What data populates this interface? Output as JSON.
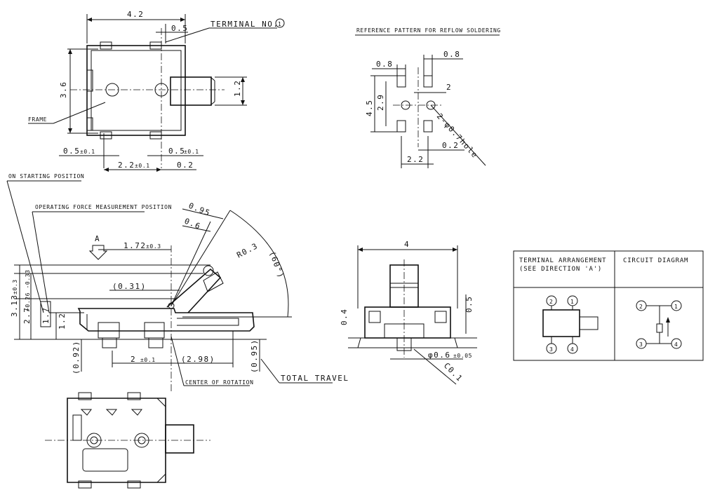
{
  "top_view": {
    "dim_width": "4.2",
    "dim_terminal_offset": "0.5",
    "terminal_label": "TERMINAL NO.",
    "terminal_number": "1",
    "dim_height": "3.6",
    "dim_actuator": "1.2",
    "frame_label": "FRAME",
    "dim_pin_left": "0.5",
    "dim_pin_left_tol": "±0.1",
    "dim_pin_right": "0.5",
    "dim_pin_right_tol": "±0.1",
    "dim_pitch": "2.2",
    "dim_pitch_tol": "±0.1",
    "dim_offset": "0.2"
  },
  "reflow": {
    "title": "REFERENCE PATTERN FOR REFLOW SOLDERING",
    "dim_pad_left": "0.8",
    "dim_pad_right": "0.8",
    "dim_total_height": "4.5",
    "dim_pitch_v": "2.9",
    "dim_hole_spacing": "2",
    "hole_note": "2-φ0.7hole",
    "dim_pitch_h": "2.2",
    "dim_offset": "0.2"
  },
  "side_view": {
    "on_start_label": "ON STARTING POSITION",
    "force_label": "OPERATING FORCE MEASUREMENT POSITION",
    "direction_marker": "A",
    "dim_172": "1.72",
    "dim_172_tol": "±0.3",
    "dim_031": "(0.31)",
    "dim_095": "0.95",
    "dim_06": "0.6",
    "dim_r03": "R0.3",
    "dim_angle": "(60°)",
    "dim_313": "3.13",
    "dim_313_tol": "±0.3",
    "dim_27": "2.7",
    "dim_27_tol": "+0.26 -0.33",
    "dim_17": "1.7",
    "dim_12": "1.2",
    "dim_092": "(0.92)",
    "dim_2": "2",
    "dim_2_tol": "±0.1",
    "dim_298": "(2.98)",
    "dim_095b": "(0.95)",
    "rotation_label": "CENTER OF ROTATION",
    "travel_label": "TOTAL TRAVEL"
  },
  "front_view": {
    "dim_width": "4",
    "dim_04": "0.4",
    "dim_05": "0.5",
    "dim_shaft": "φ0.6",
    "dim_shaft_tol": "±0.05",
    "dim_chamfer": "C0.1"
  },
  "table": {
    "col1_header_line1": "TERMINAL ARRANGEMENT",
    "col1_header_line2": "(SEE DIRECTION 'A')",
    "col2_header": "CIRCUIT DIAGRAM",
    "pins": [
      "2",
      "1",
      "3",
      "4"
    ],
    "circuit_pins": [
      "2",
      "1",
      "3",
      "4"
    ]
  }
}
